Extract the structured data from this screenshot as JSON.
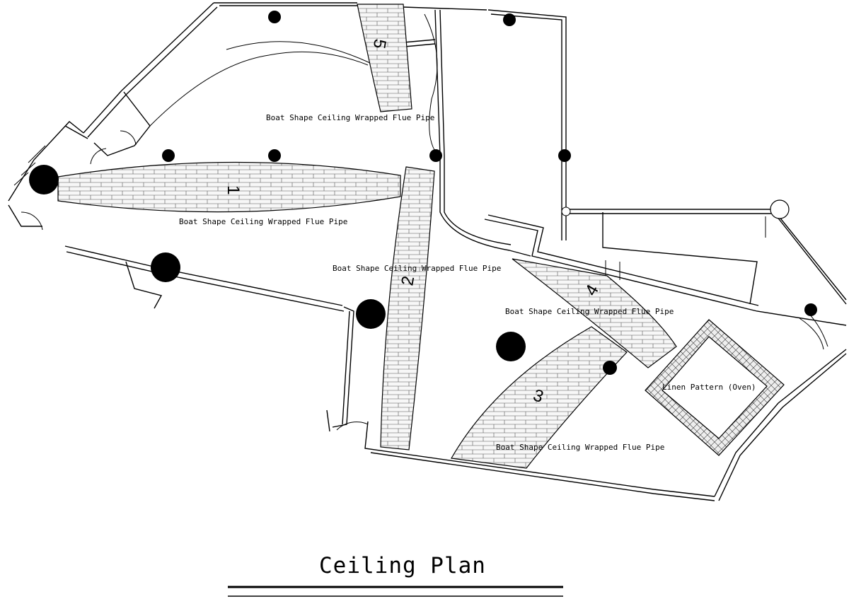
{
  "plan": {
    "title": "Ceiling Plan",
    "boats": [
      {
        "number": "1",
        "label": "Boat Shape Ceiling Wrapped Flue Pipe"
      },
      {
        "number": "2",
        "label": "Boat Shape Ceiling Wrapped Flue Pipe"
      },
      {
        "number": "3",
        "label": "Boat Shape Ceiling Wrapped Flue Pipe"
      },
      {
        "number": "4",
        "label": "Boat Shape Ceiling Wrapped Flue Pipe"
      },
      {
        "number": "5",
        "label": "Boat Shape Ceiling Wrapped Flue Pipe"
      }
    ],
    "oven_label": "Linen Pattern (Oven)"
  }
}
